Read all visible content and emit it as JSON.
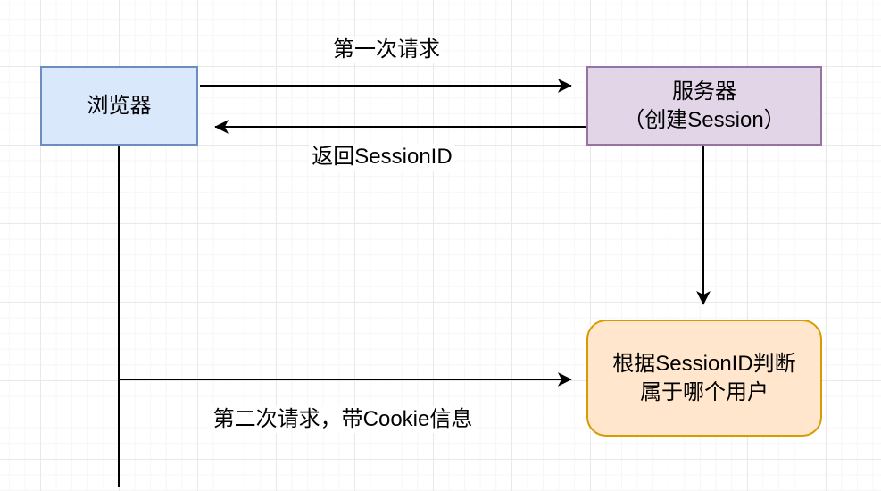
{
  "diagram": {
    "title_none": "",
    "nodes": {
      "browser": {
        "label": "浏览器",
        "fill": "#dae8fc",
        "border": "#6c8ebf"
      },
      "server": {
        "line1": "服务器",
        "line2": "（创建Session）",
        "fill": "#e1d5e7",
        "border": "#9673a6"
      },
      "session_check": {
        "line1": "根据SessionID判断",
        "line2": "属于哪个用户",
        "fill": "#ffe6cc",
        "border": "#d79b00"
      }
    },
    "edges": {
      "first_request": {
        "label": "第一次请求",
        "from": "browser",
        "to": "server",
        "direction": "right"
      },
      "return_sessionid": {
        "label": "返回SessionID",
        "from": "server",
        "to": "browser",
        "direction": "left"
      },
      "server_to_check": {
        "label": "",
        "from": "server",
        "to": "session_check",
        "direction": "down"
      },
      "second_request": {
        "label": "第二次请求，带Cookie信息",
        "from": "browser",
        "to": "session_check",
        "direction": "right"
      }
    },
    "arrow_color": "#000000",
    "grid": {
      "minor_color": "#f6f6f6",
      "major_color": "#e9e9e9"
    }
  }
}
